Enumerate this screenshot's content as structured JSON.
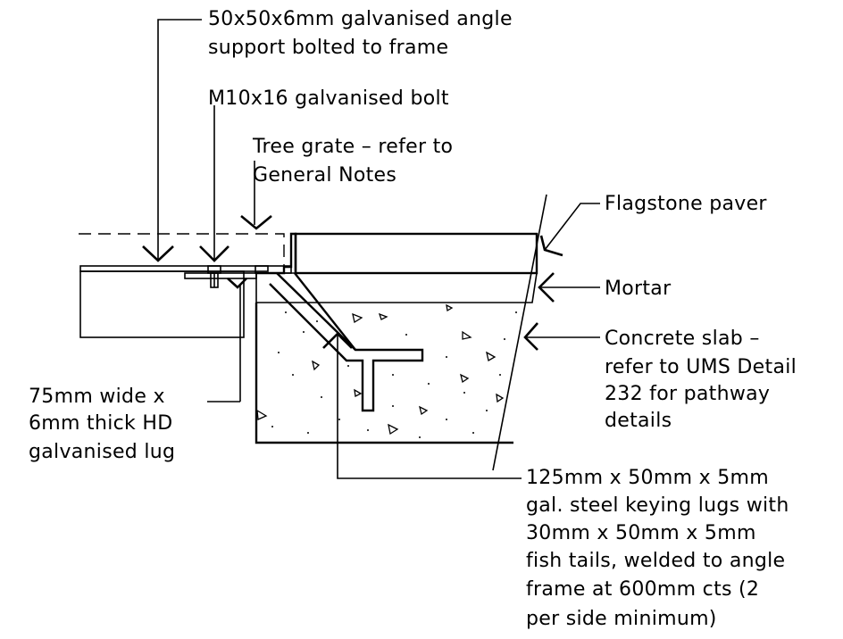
{
  "drawing": {
    "labels": {
      "angle_support": [
        "50x50x6mm galvanised angle",
        "support bolted to frame"
      ],
      "bolt": [
        "M10x16 galvanised bolt"
      ],
      "tree_grate": [
        "Tree grate – refer to",
        "General Notes"
      ],
      "flagstone": [
        "Flagstone paver"
      ],
      "mortar": [
        "Mortar"
      ],
      "concrete_slab": [
        "Concrete slab –",
        "refer to UMS Detail",
        "232 for pathway",
        "details"
      ],
      "lug": [
        "75mm wide x",
        "6mm thick HD",
        "galvanised lug"
      ],
      "keying_lugs": [
        "125mm x 50mm x 5mm",
        "gal. steel keying lugs with",
        "30mm x 50mm x 5mm",
        "fish tails, welded to angle",
        "frame at 600mm cts (2",
        "per side minimum)"
      ]
    },
    "colors": {
      "line": "#000000",
      "background": "#ffffff"
    }
  }
}
